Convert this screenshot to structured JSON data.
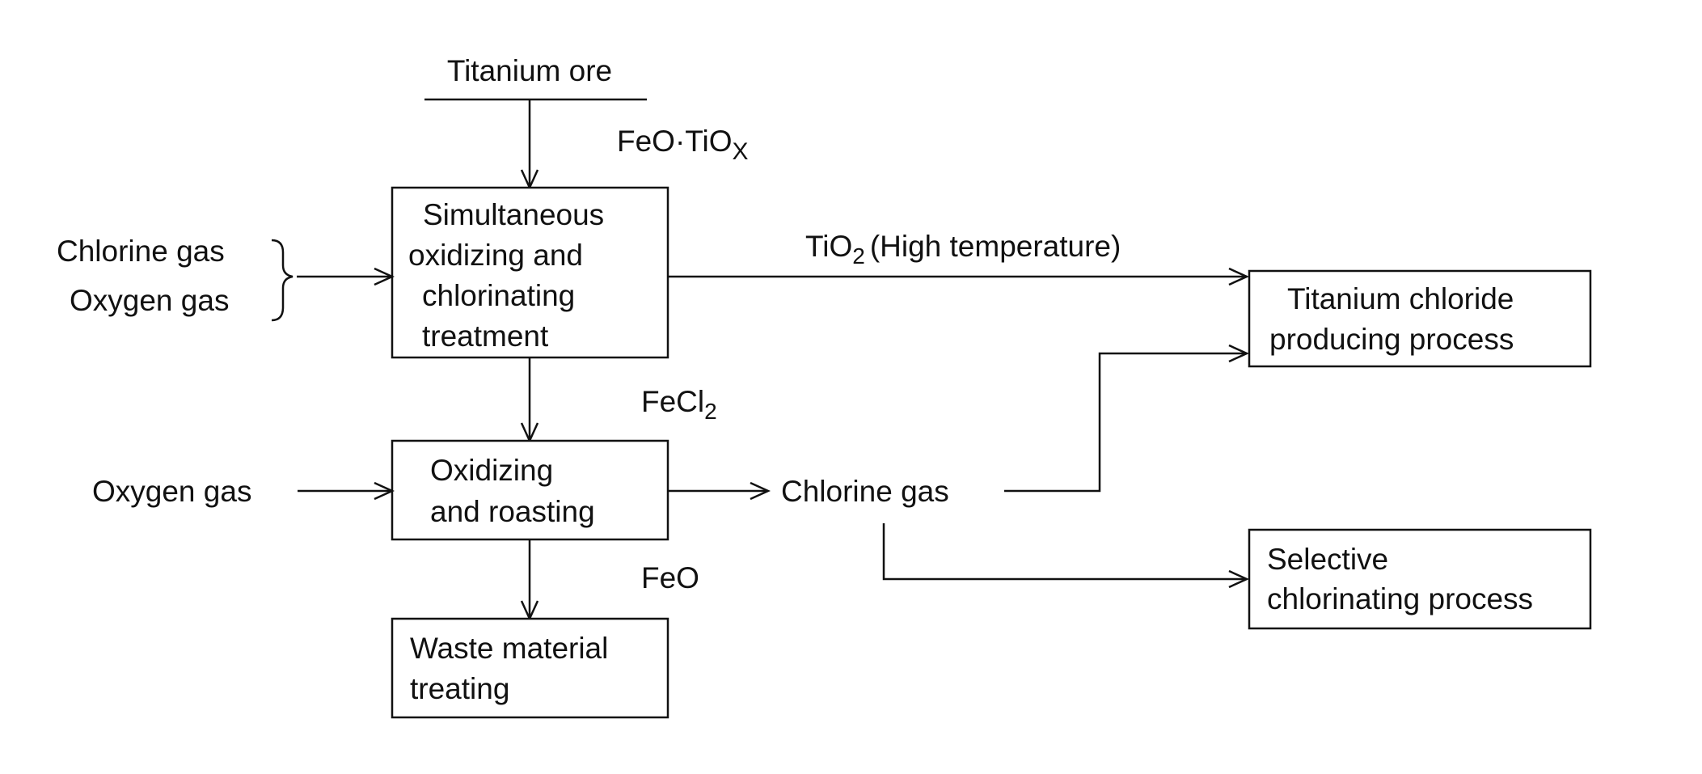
{
  "ore": {
    "label": "Titanium ore",
    "formula": {
      "base": "FeO·TiO",
      "sub": "X"
    }
  },
  "inputs": {
    "chlorine_gas": "Chlorine gas",
    "oxygen_gas_top": "Oxygen gas",
    "oxygen_gas_bottom": "Oxygen gas"
  },
  "boxes": {
    "simultaneous": [
      "Simultaneous",
      "oxidizing and",
      "chlorinating",
      "treatment"
    ],
    "oxidizing": [
      "Oxidizing",
      "and roasting"
    ],
    "waste": [
      "Waste material",
      "treating"
    ],
    "titanium_chloride": [
      "Titanium chloride",
      "producing process"
    ],
    "selective": [
      "Selective",
      "chlorinating process"
    ]
  },
  "flows": {
    "tio2": {
      "base": "TiO",
      "sub": "2",
      "suffix": "(High temperature)"
    },
    "fecl2": {
      "base": "FeCl",
      "sub": "2"
    },
    "feo": "FeO",
    "chlorine_gas_out": "Chlorine gas"
  }
}
